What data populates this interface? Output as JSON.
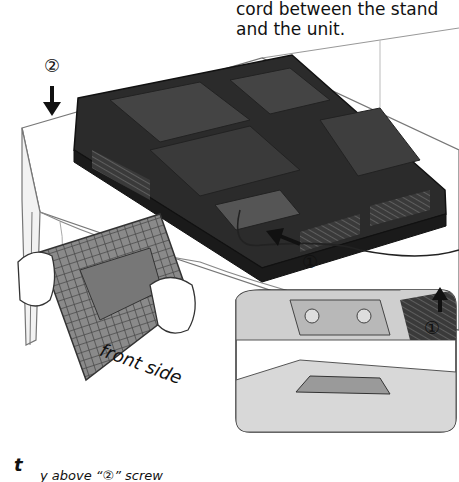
{
  "diagram": {
    "labels": [
      "cord between the stand and the unit.",
      "②",
      "①",
      "front side",
      "①",
      "t",
      "y above “②” screw"
    ]
  }
}
